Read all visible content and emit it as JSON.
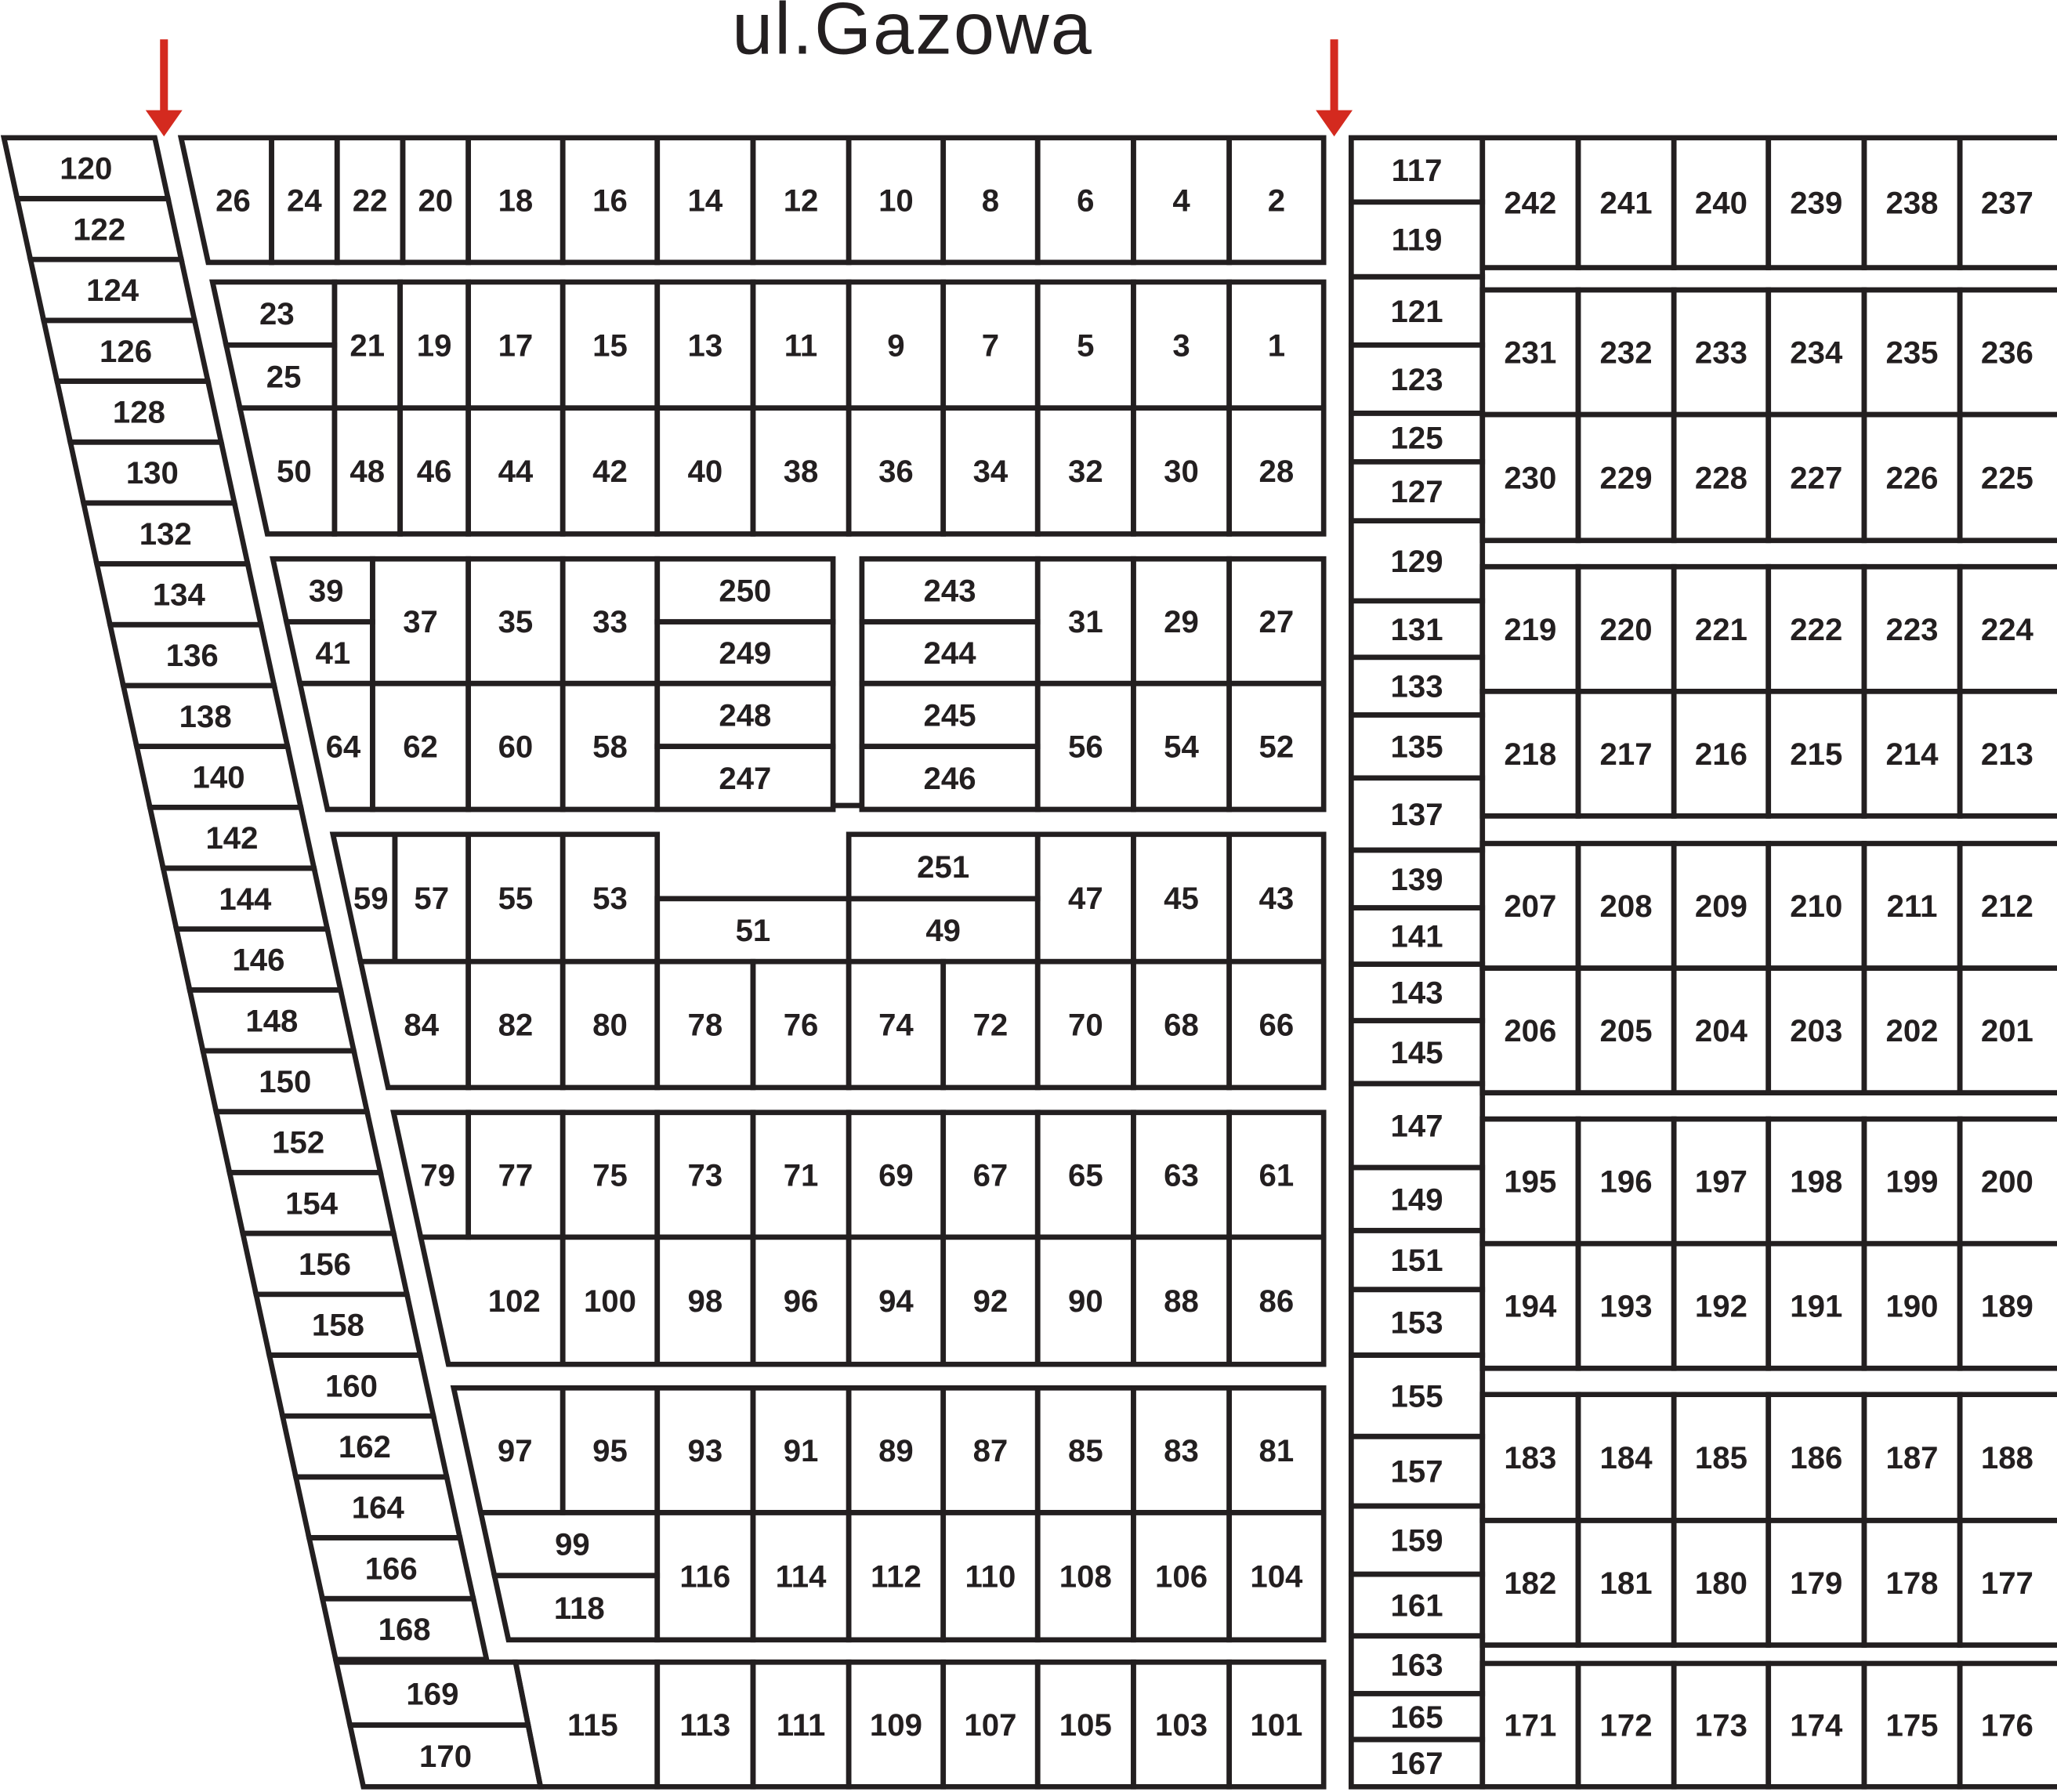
{
  "title": "ul.Gazowa",
  "colors": {
    "ink": "#231f20",
    "arrow": "#d42a1f",
    "paper": "#ffffff"
  },
  "markers": [
    {
      "icon": "arrow-down-icon"
    },
    {
      "icon": "arrow-down-icon"
    }
  ],
  "plots": {
    "strip_west": [
      "120",
      "122",
      "124",
      "126",
      "128",
      "130",
      "132",
      "134",
      "136",
      "138",
      "140",
      "142",
      "144",
      "146",
      "148",
      "150",
      "152",
      "154",
      "156",
      "158",
      "160",
      "162",
      "164",
      "166",
      "168"
    ],
    "strip_west_end": [
      "169",
      "170"
    ],
    "row_01": [
      "26",
      "24",
      "22",
      "20",
      "18",
      "16",
      "14",
      "12",
      "10",
      "8",
      "6",
      "4",
      "2"
    ],
    "block_02": {
      "upper": [
        "23",
        "25",
        "21",
        "19",
        "17",
        "15",
        "13",
        "11",
        "9",
        "7",
        "5",
        "3",
        "1"
      ],
      "lower": [
        "50",
        "48",
        "46",
        "44",
        "42",
        "40",
        "38",
        "36",
        "34",
        "32",
        "30",
        "28"
      ]
    },
    "block_03": {
      "upper": [
        "39",
        "41",
        "37",
        "35",
        "33",
        "250",
        "249",
        "243",
        "244",
        "31",
        "29",
        "27"
      ],
      "lower": [
        "64",
        "62",
        "60",
        "58",
        "248",
        "247",
        "245",
        "246",
        "56",
        "54",
        "52"
      ]
    },
    "block_04": {
      "upper": [
        "59",
        "57",
        "55",
        "53",
        "51",
        "251",
        "49",
        "47",
        "45",
        "43"
      ],
      "lower": [
        "84",
        "82",
        "80",
        "78",
        "76",
        "74",
        "72",
        "70",
        "68",
        "66"
      ]
    },
    "block_05": {
      "upper": [
        "79",
        "77",
        "75",
        "73",
        "71",
        "69",
        "67",
        "65",
        "63",
        "61"
      ],
      "lower": [
        "102",
        "100",
        "98",
        "96",
        "94",
        "92",
        "90",
        "88",
        "86"
      ]
    },
    "block_06": {
      "upper": [
        "97",
        "95",
        "93",
        "91",
        "89",
        "87",
        "85",
        "83",
        "81"
      ],
      "lower": [
        "99",
        "118",
        "116",
        "114",
        "112",
        "110",
        "108",
        "106",
        "104"
      ]
    },
    "row_07": [
      "115",
      "113",
      "111",
      "109",
      "107",
      "105",
      "103",
      "101"
    ],
    "strip_east": [
      "117",
      "119",
      "121",
      "123",
      "125",
      "127",
      "129",
      "131",
      "133",
      "135",
      "137",
      "139",
      "141",
      "143",
      "145",
      "147",
      "149",
      "151",
      "153",
      "155",
      "157",
      "159",
      "161",
      "163",
      "165",
      "167"
    ],
    "east_rows": [
      [
        "242",
        "241",
        "240",
        "239",
        "238",
        "237"
      ],
      [
        "231",
        "232",
        "233",
        "234",
        "235",
        "236"
      ],
      [
        "230",
        "229",
        "228",
        "227",
        "226",
        "225"
      ],
      [
        "219",
        "220",
        "221",
        "222",
        "223",
        "224"
      ],
      [
        "218",
        "217",
        "216",
        "215",
        "214",
        "213"
      ],
      [
        "207",
        "208",
        "209",
        "210",
        "211",
        "212"
      ],
      [
        "206",
        "205",
        "204",
        "203",
        "202",
        "201"
      ],
      [
        "195",
        "196",
        "197",
        "198",
        "199",
        "200"
      ],
      [
        "194",
        "193",
        "192",
        "191",
        "190",
        "189"
      ],
      [
        "183",
        "184",
        "185",
        "186",
        "187",
        "188"
      ],
      [
        "182",
        "181",
        "180",
        "179",
        "178",
        "177"
      ],
      [
        "171",
        "172",
        "173",
        "174",
        "175",
        "176"
      ]
    ]
  }
}
